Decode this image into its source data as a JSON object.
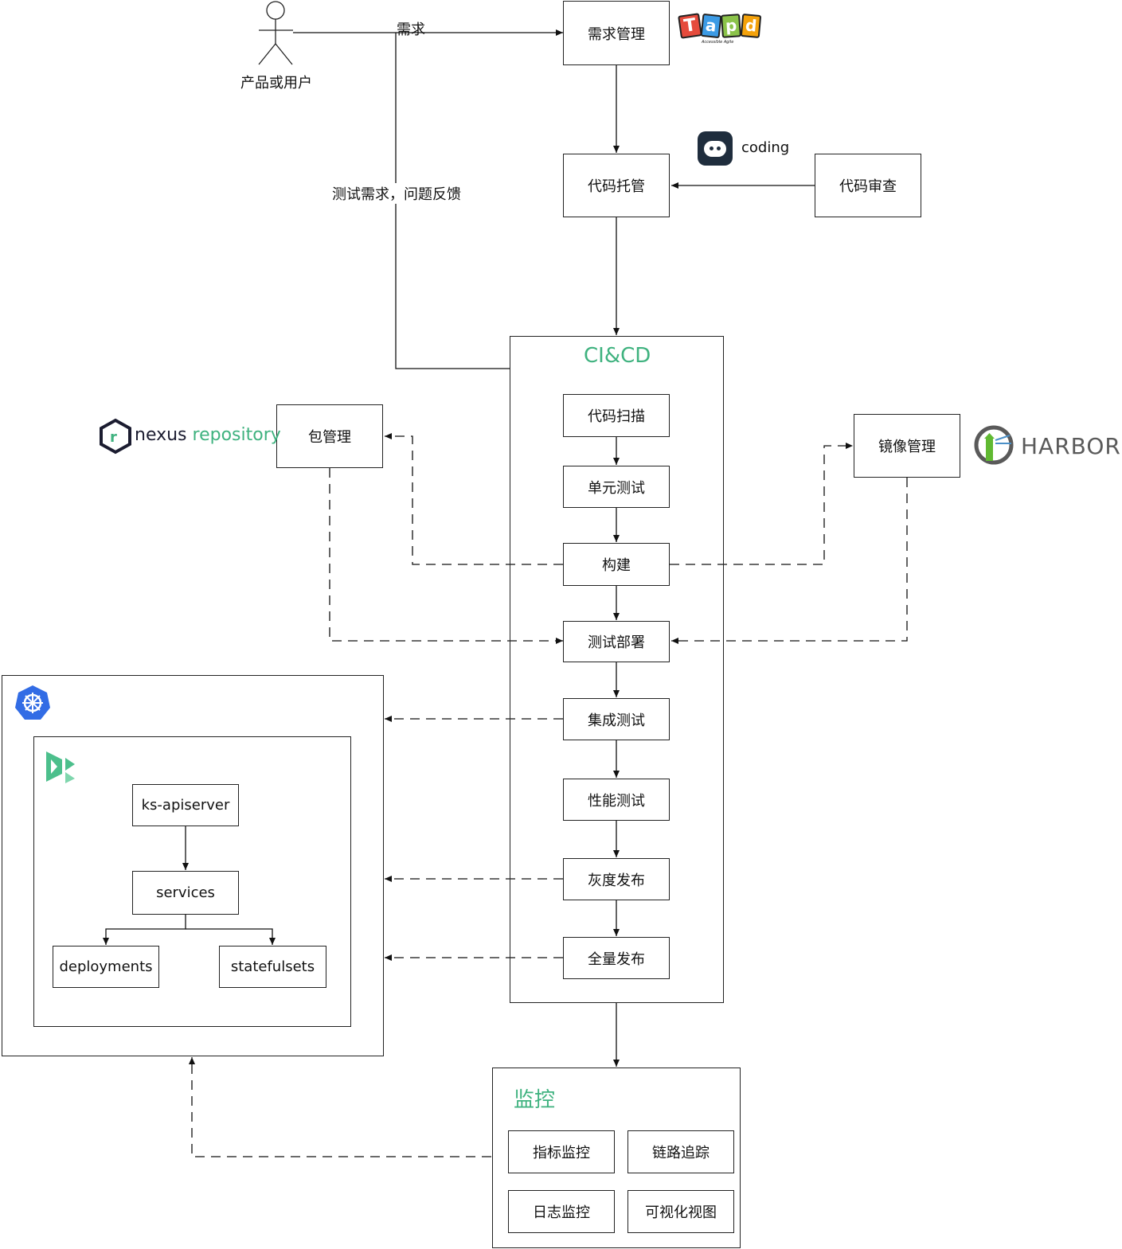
{
  "actor": {
    "label": "产品或用户"
  },
  "edge_labels": {
    "demand": "需求",
    "test_feedback": "测试需求，问题反馈"
  },
  "nodes": {
    "demand_mgmt": "需求管理",
    "code_hosting": "代码托管",
    "code_review": "代码审查",
    "package_mgmt": "包管理",
    "image_mgmt": "镜像管理"
  },
  "cicd": {
    "title": "CI&CD",
    "steps": [
      "代码扫描",
      "单元测试",
      "构建",
      "测试部署",
      "集成测试",
      "性能测试",
      "灰度发布",
      "全量发布"
    ]
  },
  "k8s": {
    "apiserver": "ks-apiserver",
    "services": "services",
    "deployments": "deployments",
    "statefulsets": "statefulsets"
  },
  "monitor": {
    "title": "监控",
    "items": [
      "指标监控",
      "链路追踪",
      "日志监控",
      "可视化视图"
    ]
  },
  "logos": {
    "tapd": "Tapd",
    "tapd_tagline": "Accessible Agile",
    "coding": "coding",
    "nexus_word": "nexus",
    "nexus_repo": "repository",
    "harbor": "HARBOR"
  },
  "colors": {
    "accent_green": "#3fb27f",
    "k8s_blue": "#326ce5",
    "kubesphere_green": "#4cbf8c"
  }
}
